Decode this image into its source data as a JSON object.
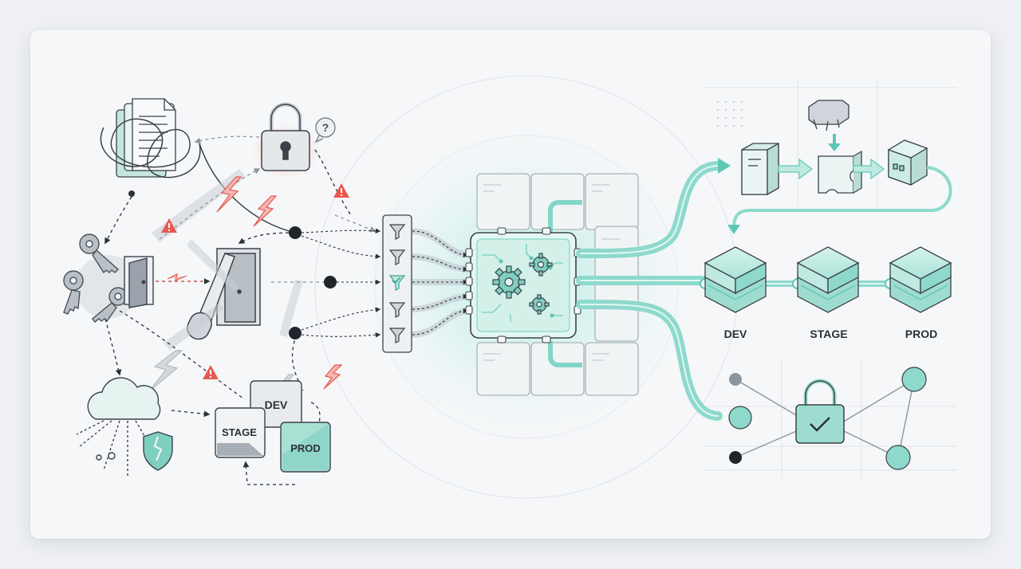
{
  "left_env_labels": {
    "dev": "DEV",
    "stage": "STAGE",
    "prod": "PROD"
  },
  "pipeline_env_labels": {
    "dev": "DEV",
    "stage": "STAGE",
    "prod": "PROD"
  },
  "colors": {
    "teal": "#5ec8b6",
    "teal_dark": "#3aa593",
    "teal_light": "#bfe9e1",
    "warning_red": "#e8584f",
    "ink": "#2b3138",
    "gray": "#9aa3ab"
  },
  "icons": {
    "chaos_side": [
      "tangled-documents-icon",
      "padlock-warning-icon",
      "question-bubble-icon",
      "keys-icon",
      "door-icon",
      "open-door-icon",
      "cloud-icon",
      "broken-shield-icon",
      "warning-triangle-icon",
      "lightning-bolt-icon"
    ],
    "center": [
      "filter-funnel-icon",
      "filter-check-icon",
      "gears-processor-icon",
      "puzzle-tile-icon"
    ],
    "ordered_side": [
      "server-cube-icon",
      "puzzle-piece-icon",
      "database-cube-icon",
      "environment-stack-icon",
      "secure-lock-check-icon",
      "network-node-icon"
    ]
  }
}
